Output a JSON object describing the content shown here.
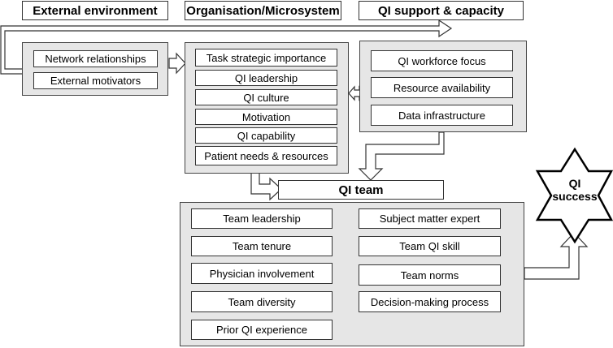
{
  "headers": {
    "external": "External environment",
    "organisation": "Organisation/Microsystem",
    "qi_support": "QI support & capacity"
  },
  "external_factors": [
    "Network relationships",
    "External motivators"
  ],
  "organisation_factors": [
    "Task strategic importance",
    "QI leadership",
    "QI culture",
    "Motivation",
    "QI capability",
    "Patient needs & resources"
  ],
  "qi_support_factors": [
    "QI workforce focus",
    "Resource availability",
    "Data infrastructure"
  ],
  "qi_team": {
    "title": "QI team",
    "left_factors": [
      "Team leadership",
      "Team tenure",
      "Physician involvement",
      "Team diversity",
      "Prior QI experience"
    ],
    "right_factors": [
      "Subject matter expert",
      "Team QI skill",
      "Team norms",
      "Decision-making process"
    ]
  },
  "outcome": {
    "line1": "QI",
    "line2": "success"
  },
  "colors": {
    "panel": "#e6e6e6",
    "border": "#333333"
  }
}
